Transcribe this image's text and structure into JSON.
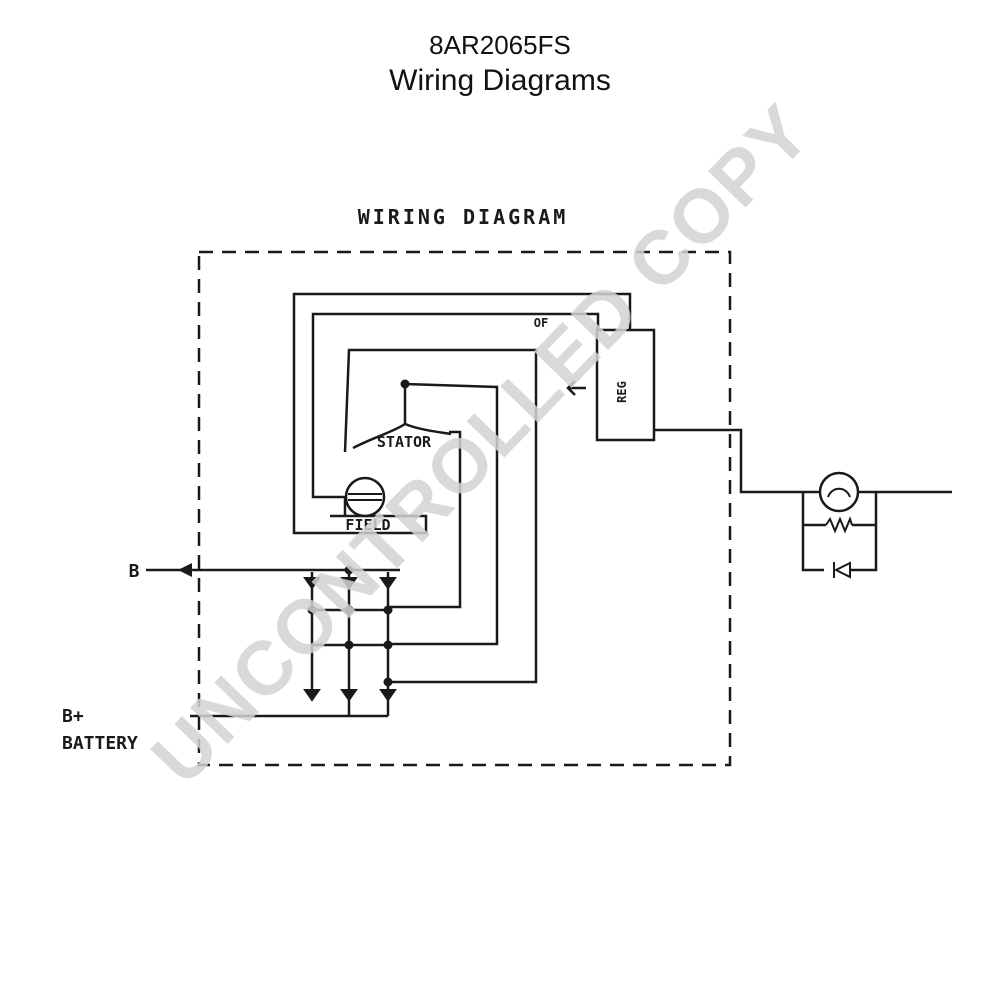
{
  "header": {
    "part_number": "8AR2065FS",
    "title": "Wiring Diagrams"
  },
  "diagram": {
    "heading": "WIRING DIAGRAM",
    "labels": {
      "of": "OF",
      "reg": "REG",
      "stator": "STATOR",
      "field": "FIELD",
      "b_terminal": "B",
      "b_plus": "B+",
      "battery": "BATTERY"
    }
  },
  "watermark": {
    "text": "UNCONTROLLED COPY",
    "color": "#d3d3d3"
  }
}
